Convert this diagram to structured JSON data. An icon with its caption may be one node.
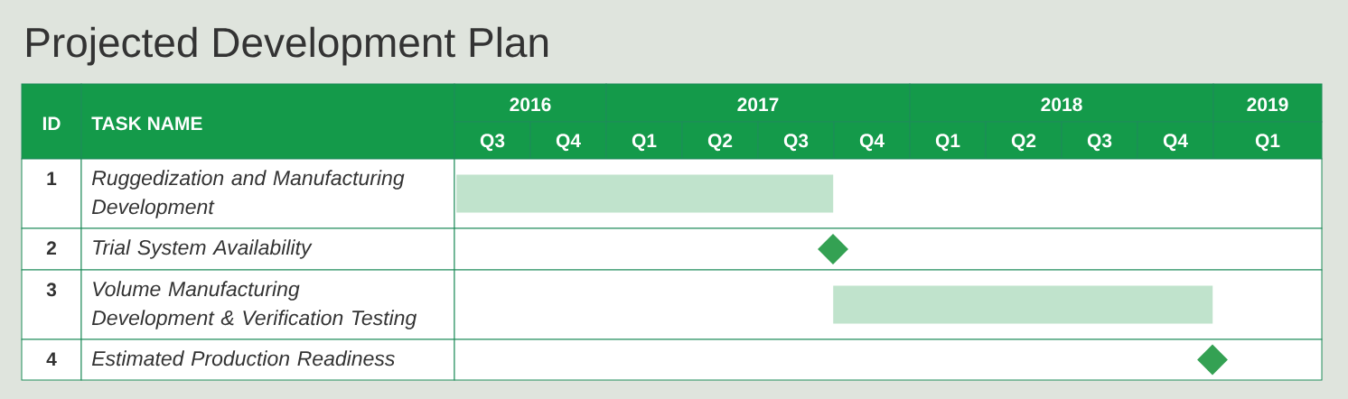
{
  "diagram": {
    "title": "Projected Development Plan",
    "nodes": [
      {
        "text": [],
        "shape": "bar"
      },
      {
        "text": [],
        "shape": "diamond"
      },
      {
        "text": [],
        "shape": "bar"
      },
      {
        "text": [],
        "shape": "diamond"
      }
    ],
    "labels": [
      "ID",
      "TASK NAME",
      "2016",
      "2017",
      "2018",
      "2019",
      "Q3",
      "Q4",
      "Q1",
      "Q2",
      "Q3",
      "Q4",
      "Q1",
      "Q2",
      "Q3",
      "Q4",
      "Q1",
      "1",
      "Ruggedization and Manufacturing Development",
      "2",
      "Trial System Availability",
      "3",
      "Volume Manufacturing Development & Verification Testing",
      "4",
      "Estimated Production Readiness"
    ]
  }
}
